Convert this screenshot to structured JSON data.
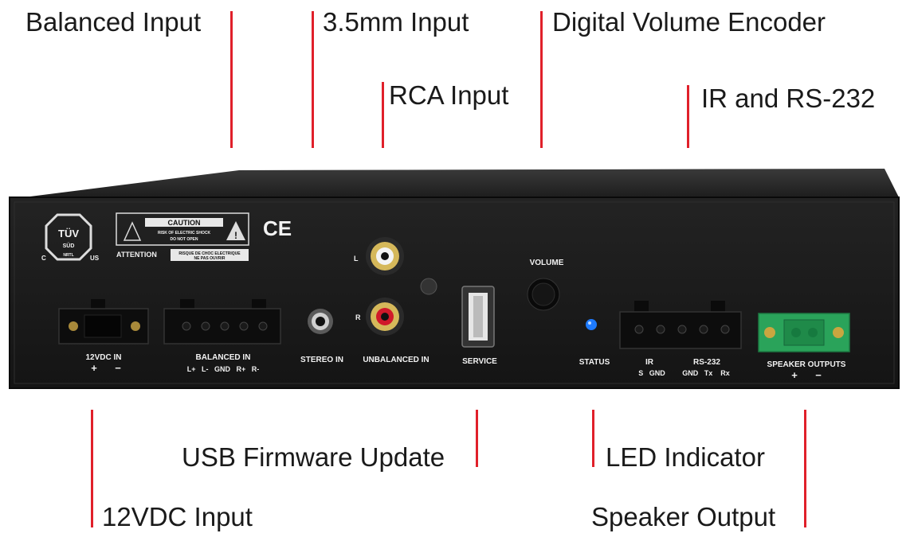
{
  "callouts": {
    "balanced_input": "Balanced Input",
    "mm_input": "3.5mm Input",
    "digital_volume_encoder": "Digital Volume Encoder",
    "rca_input": "RCA Input",
    "ir_rs232": "IR and RS-232",
    "usb_firmware_update": "USB Firmware Update",
    "led_indicator": "LED Indicator",
    "vdc_input": "12VDC Input",
    "speaker_output": "Speaker Output"
  },
  "panel": {
    "tuv": "TÜV",
    "sud": "SÜD",
    "c": "C",
    "us": "US",
    "nrtl": "NRTL",
    "caution": "CAUTION",
    "caution_line1": "RISK OF ELECTRIC SHOCK",
    "caution_line2": "DO NOT OPEN",
    "attention": "ATTENTION",
    "attention_line1": "RISQUE DE CHOC ELECTRIQUE",
    "attention_line2": "NE PAS OUVRIR",
    "ce": "CE",
    "l": "L",
    "r": "R",
    "volume": "VOLUME",
    "dc_label": "12VDC IN",
    "dc_plus": "+",
    "dc_minus": "−",
    "balanced_label": "BALANCED IN",
    "balanced_pins": "L+   L-   GND   R+   R-",
    "stereo_label": "STEREO IN",
    "unbalanced_label": "UNBALANCED IN",
    "service_label": "SERVICE",
    "status_label": "STATUS",
    "ir_label": "IR",
    "rs232_label": "RS-232",
    "ir_pins": "S   GND",
    "rs232_pins": "GND   Tx    Rx",
    "speaker_label": "SPEAKER OUTPUTS",
    "spk_plus": "+",
    "spk_minus": "−"
  },
  "colors": {
    "leader": "#e0202a",
    "led": "#1e7bff",
    "speaker_terminal": "#2aa35a"
  }
}
